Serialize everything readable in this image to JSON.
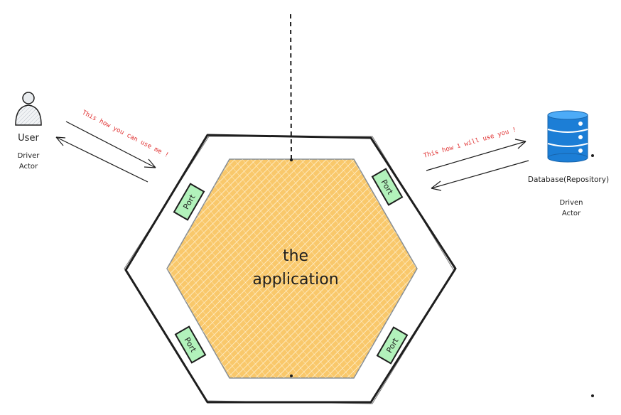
{
  "diagram": {
    "center_label_line1": "the",
    "center_label_line2": "application",
    "actors": {
      "user": {
        "name": "User",
        "role_line1": "Driver",
        "role_line2": "Actor"
      },
      "database": {
        "name": "Database(Repository)",
        "role_line1": "Driven",
        "role_line2": "Actor"
      }
    },
    "ports": [
      "Port",
      "Port",
      "Port",
      "Port"
    ],
    "annotations": {
      "driver_note": "This how you can use me !",
      "driven_note": "This how i will use you !"
    },
    "colors": {
      "core_fill": "#f9c86b",
      "port_fill": "#b2f2bb",
      "db_fill": "#1c7ed6",
      "note_text": "#e03131",
      "stroke": "#1e1e1e"
    }
  }
}
